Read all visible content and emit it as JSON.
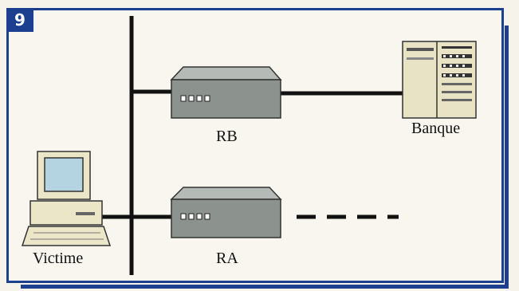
{
  "figure": {
    "number": "9"
  },
  "nodes": {
    "victim": {
      "label": "Victime"
    },
    "router_b": {
      "label": "RB"
    },
    "router_a": {
      "label": "RA"
    },
    "bank": {
      "label": "Banque"
    }
  },
  "colors": {
    "frame": "#1d3f8f",
    "bus": "#111111",
    "router_body": "#8c928e",
    "router_top": "#b6bab7"
  },
  "icons": [
    "computer-icon",
    "router-icon",
    "server-icon"
  ]
}
